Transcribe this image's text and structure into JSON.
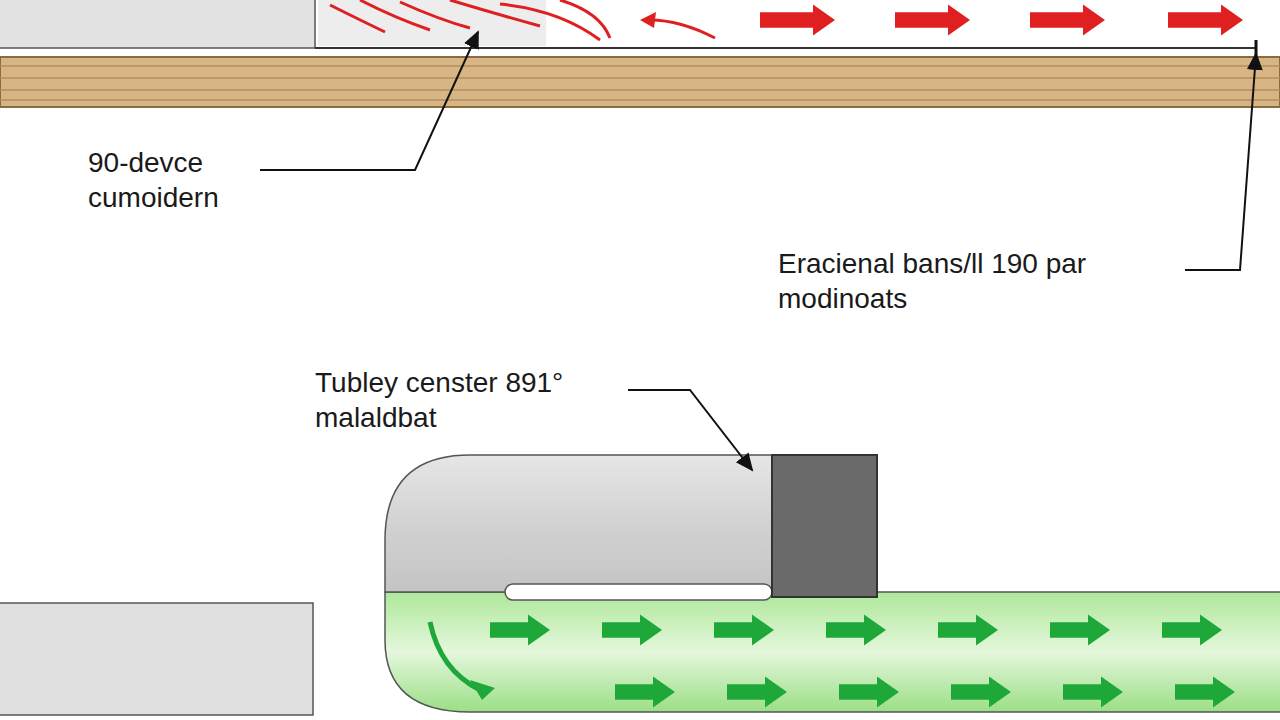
{
  "diagram": {
    "labels": [
      "90-devce cumoidern",
      "Eracienal bans/ll 190 par modinoats",
      "Tubley censter 891° malaldbat"
    ]
  }
}
